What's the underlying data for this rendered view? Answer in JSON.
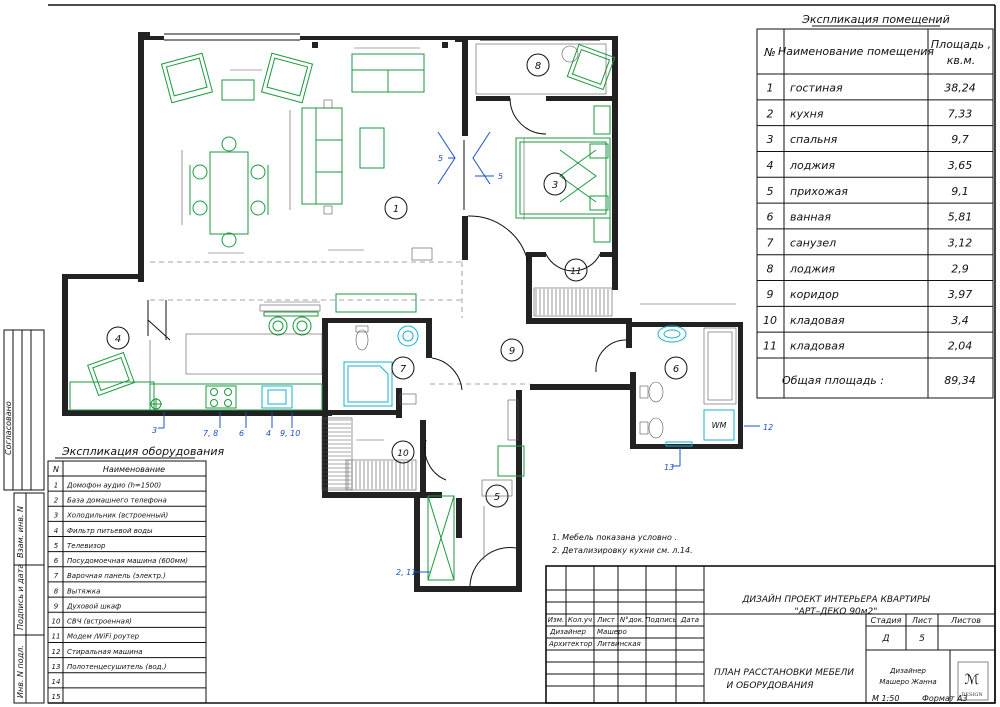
{
  "rooms_table": {
    "title": "Экспликация помещений",
    "headers": {
      "num": "№",
      "name": "Наименование помещения",
      "area_l1": "Площадь ,",
      "area_l2": "кв.м."
    },
    "rows": [
      {
        "num": "1",
        "name": "гостиная",
        "area": "38,24"
      },
      {
        "num": "2",
        "name": "кухня",
        "area": "7,33"
      },
      {
        "num": "3",
        "name": "спальня",
        "area": "9,7"
      },
      {
        "num": "4",
        "name": "лоджия",
        "area": "3,65"
      },
      {
        "num": "5",
        "name": "прихожая",
        "area": "9,1"
      },
      {
        "num": "6",
        "name": "ванная",
        "area": "5,81"
      },
      {
        "num": "7",
        "name": "санузел",
        "area": "3,12"
      },
      {
        "num": "8",
        "name": "лоджия",
        "area": "2,9"
      },
      {
        "num": "9",
        "name": "коридор",
        "area": "3,97"
      },
      {
        "num": "10",
        "name": "кладовая",
        "area": "3,4"
      },
      {
        "num": "11",
        "name": "кладовая",
        "area": "2,04"
      }
    ],
    "total_label": "Общая площадь :",
    "total_value": "89,34"
  },
  "equipment_table": {
    "title": "Экспликация оборудования",
    "headers": {
      "num": "N",
      "name": "Наименование"
    },
    "rows": [
      {
        "num": "1",
        "name": "Домофон аудио (h=1500)"
      },
      {
        "num": "2",
        "name": "База домашнего телефона"
      },
      {
        "num": "3",
        "name": "Холодильник (встроенный)"
      },
      {
        "num": "4",
        "name": "Фильтр питьевой воды"
      },
      {
        "num": "5",
        "name": "Телевизор"
      },
      {
        "num": "6",
        "name": "Посудомоечная машина (600мм)"
      },
      {
        "num": "7",
        "name": "Варочная панель (электр.)"
      },
      {
        "num": "8",
        "name": "Вытяжка"
      },
      {
        "num": "9",
        "name": "Духовой шкаф"
      },
      {
        "num": "10",
        "name": "СВЧ (встроенная)"
      },
      {
        "num": "11",
        "name": "Модем /WiFi роутер"
      },
      {
        "num": "12",
        "name": "Стиральная машина"
      },
      {
        "num": "13",
        "name": "Полотенцесушитель (вод.)"
      },
      {
        "num": "14",
        "name": ""
      },
      {
        "num": "15",
        "name": ""
      }
    ]
  },
  "notes": [
    "1. Мебель показана условно .",
    "2. Детализировку кухни см. л.14."
  ],
  "side_stamp": {
    "agreed": "Согласовано",
    "labels": [
      "Взам. инв. N",
      "Подпись и дата",
      "Инв. N подл."
    ]
  },
  "title_block": {
    "project_l1": "ДИЗАЙН ПРОЕКТ ИНТЕРЬЕРА КВАРТИРЫ",
    "project_l2": "\"АРТ–ДЕКО 90м2\"",
    "col_headers": [
      "Изм.",
      "Кол.уч",
      "Лист",
      "N°док.",
      "Подпись",
      "Дата"
    ],
    "people": [
      {
        "role": "Дизайнер",
        "name": "Машеро"
      },
      {
        "role": "Архитектор",
        "name": "Литвинская"
      }
    ],
    "stage_label": "Стадия",
    "sheet_label": "Лист",
    "sheets_label": "Листов",
    "stage_value": "Д",
    "sheet_value": "5",
    "sheets_value": "",
    "drawing_l1": "ПЛАН РАССТАНОВКИ МЕБЕЛИ",
    "drawing_l2": "И ОБОРУДОВАНИЯ",
    "author_l1": "Дизайнер",
    "author_l2": "Машеро Жанна",
    "logo_text": "DESIGN",
    "scale": "М 1:50",
    "format": "Формат А3"
  },
  "plan_labels": {
    "room_markers": [
      "1",
      "3",
      "4",
      "5",
      "6",
      "7",
      "8",
      "9",
      "10",
      "11"
    ],
    "callouts": [
      "5",
      "5",
      "3",
      "7, 8",
      "6",
      "4",
      "9, 10",
      "12",
      "13",
      "2, 11"
    ],
    "appliance_wm": "WM"
  }
}
